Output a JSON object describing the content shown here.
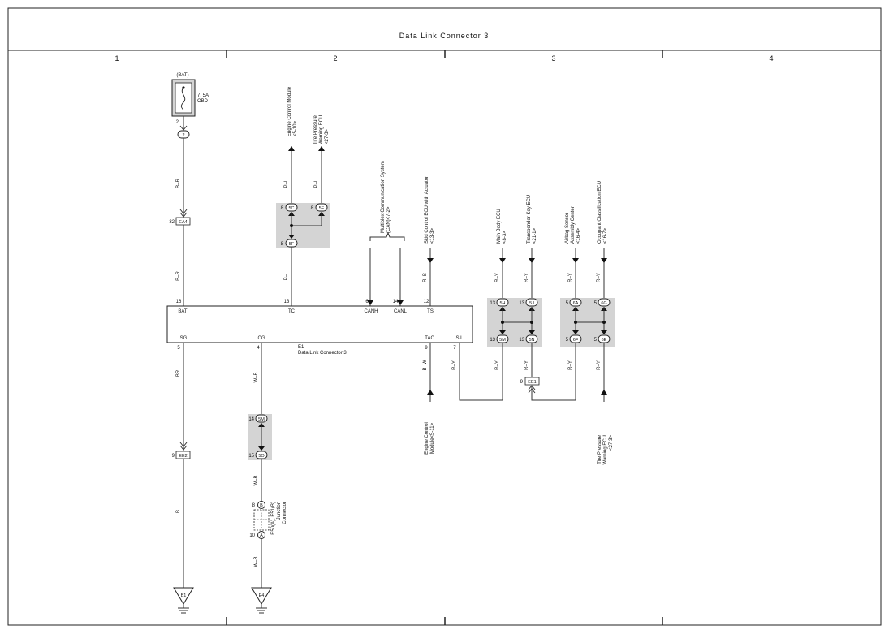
{
  "title": "Data Link Connector 3",
  "columns": [
    "1",
    "2",
    "3",
    "4"
  ],
  "fuse": {
    "source": "(BAT)",
    "rating": "7. 5A",
    "name": "OBD",
    "pin": "2",
    "pin_circle": "2"
  },
  "connectors": {
    "EA4": {
      "label": "EA4",
      "pin": "32"
    },
    "EE2": {
      "label": "EE2",
      "pin": "9"
    },
    "EE1": {
      "label": "EE1",
      "pin": "9"
    }
  },
  "dlc": {
    "name": "E1",
    "caption": "Data Link Connector 3",
    "top_pins": [
      {
        "num": "16",
        "label": "BAT"
      },
      {
        "num": "13",
        "label": "TC"
      },
      {
        "num": "6",
        "label": "CANH"
      },
      {
        "num": "14",
        "label": "CANL"
      },
      {
        "num": "12",
        "label": "TS"
      }
    ],
    "bottom_pins": [
      {
        "num": "5",
        "label": "SG"
      },
      {
        "num": "4",
        "label": "CG"
      },
      {
        "num": "9",
        "label": "TAC"
      },
      {
        "num": "7",
        "label": "SIL"
      }
    ]
  },
  "wire_colors": {
    "bat_upper": "B–R",
    "bat_lower": "B–R",
    "tc_ecm": "P–L",
    "tc_tire": "P–L",
    "tc_lower": "P–L",
    "ts": "R–B",
    "sil_a": "R–Y",
    "sil_b": "R–Y",
    "sil_c": "R–Y",
    "sil_d": "R–Y",
    "sil_lower_1": "R–Y",
    "sil_lower_2": "R–Y",
    "sil_lower_3": "R–Y",
    "sil_lower_4": "R–Y",
    "sil_lower_5": "R–Y",
    "tac": "B–W",
    "sg_upper": "BR",
    "sg_lower": "B",
    "cg_upper": "W–B",
    "cg_mid": "W–B",
    "cg_lower": "W–B"
  },
  "destinations": {
    "ecm_top": [
      "Engine Control Module",
      "<5-10>"
    ],
    "tire_top": [
      "Tire Pressure",
      "Warning ECU",
      "<27-3>"
    ],
    "multiplex": [
      "Multiplex Communication System",
      "(CAN)<7-2>"
    ],
    "skid": [
      "Skid Control ECU with Actuator",
      "<13-3>"
    ],
    "main_body": [
      "Main Body ECU",
      "<8-3>"
    ],
    "transponder": [
      "Transponder Key ECU",
      "<21-1>"
    ],
    "airbag": [
      "Airbag Sensor",
      "Assembly Center",
      "<16-4>"
    ],
    "occupant": [
      "Occupant Classification ECU",
      "<16-7>"
    ],
    "ecm_bottom": [
      "Engine Control",
      "Module<5-11>"
    ],
    "tire_bottom": [
      "Tire Pressure",
      "Warning ECU",
      "<27-3>"
    ]
  },
  "junction_left": {
    "top": {
      "num": "8",
      "id": "5C"
    },
    "top2": {
      "num": "8",
      "id": "5E"
    },
    "bottom": {
      "num": "8",
      "id": "5F"
    }
  },
  "junction_right_a": {
    "top1": {
      "num": "13",
      "id": "5H"
    },
    "top2": {
      "num": "13",
      "id": "5J"
    },
    "bot1": {
      "num": "13",
      "id": "5M"
    },
    "bot2": {
      "num": "13",
      "id": "5N"
    }
  },
  "junction_right_b": {
    "top1": {
      "num": "5",
      "id": "6A"
    },
    "top2": {
      "num": "5",
      "id": "6G"
    },
    "bot1": {
      "num": "5",
      "id": "6F"
    },
    "bot2": {
      "num": "5",
      "id": "6E"
    }
  },
  "junction_cg": {
    "top": {
      "num": "14",
      "id": "5M"
    },
    "bottom": {
      "num": "15",
      "id": "5O"
    }
  },
  "junction_connector": {
    "pin_b": {
      "num": "8",
      "id": "B"
    },
    "pin_a": {
      "num": "10",
      "id": "A"
    },
    "label": [
      "E50(A), E51(B)",
      "Junction",
      "Connector"
    ]
  },
  "grounds": [
    {
      "id": "B1"
    },
    {
      "id": "E4"
    }
  ]
}
